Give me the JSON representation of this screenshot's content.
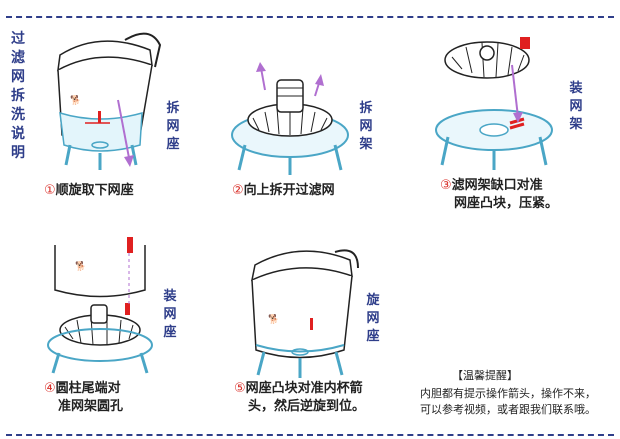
{
  "title": [
    "过",
    "滤",
    "网",
    "拆",
    "洗",
    "说",
    "明"
  ],
  "steps": [
    {
      "num": "①",
      "line1": "顺旋取下网座",
      "line2": "",
      "label": [
        "拆",
        "网",
        "座"
      ]
    },
    {
      "num": "②",
      "line1": "向上拆开过滤网",
      "line2": "",
      "label": [
        "拆",
        "网",
        "架"
      ]
    },
    {
      "num": "③",
      "line1": "滤网架缺口对准",
      "line2": "网座凸块，压紧。",
      "label": [
        "装",
        "网",
        "架"
      ]
    },
    {
      "num": "④",
      "line1": "圆柱尾端对",
      "line2": "准网架圆孔",
      "label": [
        "装",
        "网",
        "座"
      ]
    },
    {
      "num": "⑤",
      "line1": "网座凸块对准内杯箭",
      "line2": "头，然后逆旋到位。",
      "label": [
        "旋",
        "网",
        "座"
      ]
    }
  ],
  "note": {
    "title": "【温馨提醒】",
    "line1": "内胆都有提示操作箭头，操作不来，",
    "line2": "可以参考视频，或者跟我们联系哦。"
  },
  "colors": {
    "accent_blue": "#2f3e8a",
    "part_cyan": "#9fd9ea",
    "arrow_purple": "#b06fd0",
    "marker_red": "#e02020"
  }
}
